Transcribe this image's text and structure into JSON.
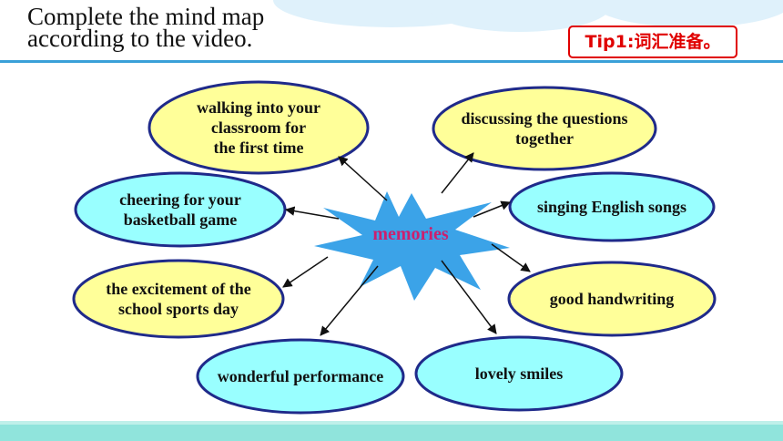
{
  "header": {
    "title": "Complete the mind map\naccording to the video.",
    "tip": "Tip1:词汇准备。"
  },
  "mindmap": {
    "center": "memories",
    "nodes": [
      {
        "id": "walking",
        "text": "walking into your\nclassroom for\nthe first time",
        "fill": "#ffff99"
      },
      {
        "id": "discussing",
        "text": "discussing the questions\ntogether",
        "fill": "#ffff99"
      },
      {
        "id": "cheering",
        "text": "cheering for your\nbasketball game",
        "fill": "#99ffff"
      },
      {
        "id": "singing",
        "text": "singing English songs",
        "fill": "#99ffff"
      },
      {
        "id": "excitement",
        "text": "the excitement of the\nschool sports day",
        "fill": "#ffff99"
      },
      {
        "id": "handwriting",
        "text": "good handwriting",
        "fill": "#ffff99"
      },
      {
        "id": "performance",
        "text": "wonderful performance",
        "fill": "#99ffff"
      },
      {
        "id": "smiles",
        "text": "lovely smiles",
        "fill": "#99ffff"
      }
    ]
  },
  "colors": {
    "ellipse_stroke": "#1f2a8a",
    "burst_fill": "#3ba3e8",
    "center_text": "#cc1f6e",
    "tip_red": "#e00000",
    "rule_blue": "#3aa0d8",
    "bottom_teal": "#90e4dc"
  }
}
